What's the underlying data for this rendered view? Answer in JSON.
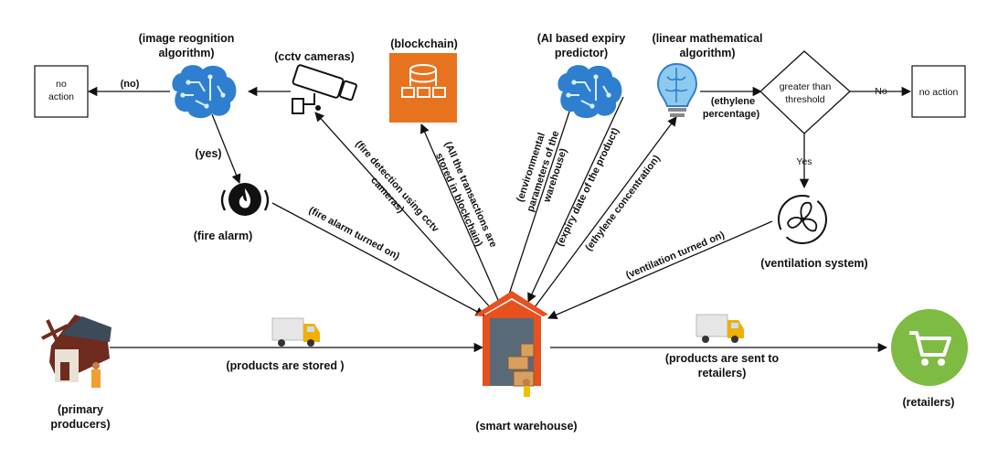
{
  "nodes": {
    "image_recognition": {
      "label_line1": "(image reognition",
      "label_line2": "algorithm)",
      "icon": "brain-circuit-icon"
    },
    "no_action_left": {
      "label_line1": "no",
      "label_line2": "action"
    },
    "cctv": {
      "label": "(cctv cameras)",
      "icon": "cctv-camera-icon"
    },
    "blockchain": {
      "label": "(blockchain)",
      "icon": "blockchain-database-icon",
      "color": "#e8731e"
    },
    "ai_expiry": {
      "label_line1": "(AI based expiry",
      "label_line2": "predictor)",
      "icon": "brain-circuit-icon"
    },
    "linear_math": {
      "label_line1": "(linear mathematical",
      "label_line2": "algorithm)",
      "icon": "lightbulb-brain-icon"
    },
    "decision": {
      "label_line1": "greater than",
      "label_line2": "threshold"
    },
    "no_action_right": {
      "label": "no action"
    },
    "fire_alarm": {
      "label": "(fire alarm)",
      "icon": "fire-alarm-icon"
    },
    "ventilation": {
      "label": "(ventilation system)",
      "icon": "fan-icon"
    },
    "primary_producers": {
      "label_line1": "(primary",
      "label_line2": "producers)",
      "icon": "farmhouse-icon"
    },
    "smart_warehouse": {
      "label": "(smart warehouse)",
      "icon": "warehouse-icon",
      "color": "#e8501e"
    },
    "retailers": {
      "label": "(retailers)",
      "icon": "shopping-cart-icon",
      "color": "#7dbb42"
    }
  },
  "edges": {
    "no_left": "(no)",
    "yes_left": "(yes)",
    "ethylene_percentage_line1": "(ethylene",
    "ethylene_percentage_line2": "percentage)",
    "no_right": "No",
    "yes_right": "Yes",
    "fire_alarm_on": "(fire alarm turned on)",
    "fire_detection_line1": "(fire detection using cctv",
    "fire_detection_line2": "cameras)",
    "transactions_line1": "(All the transactions are",
    "transactions_line2": "stored in blockchain)",
    "env_params_line1": "(environmental",
    "env_params_line2": "parameters of the",
    "env_params_line3": "warehouse)",
    "expiry_date": "(expiry date of the product)",
    "ethylene_concentration": "(ethylene concentration)",
    "ventilation_on": "(ventilation turned on)",
    "products_stored": "(products are stored )",
    "products_sent_line1": "(products are sent to",
    "products_sent_line2": "retailers)"
  },
  "icons": [
    "truck-icon",
    "truck-icon"
  ],
  "colors": {
    "brain_blue": "#2f7fd0",
    "brain_light": "#8ec9ef",
    "blockchain_orange": "#e8731e",
    "warehouse_red": "#e8501e",
    "retail_green": "#7dbb42"
  }
}
